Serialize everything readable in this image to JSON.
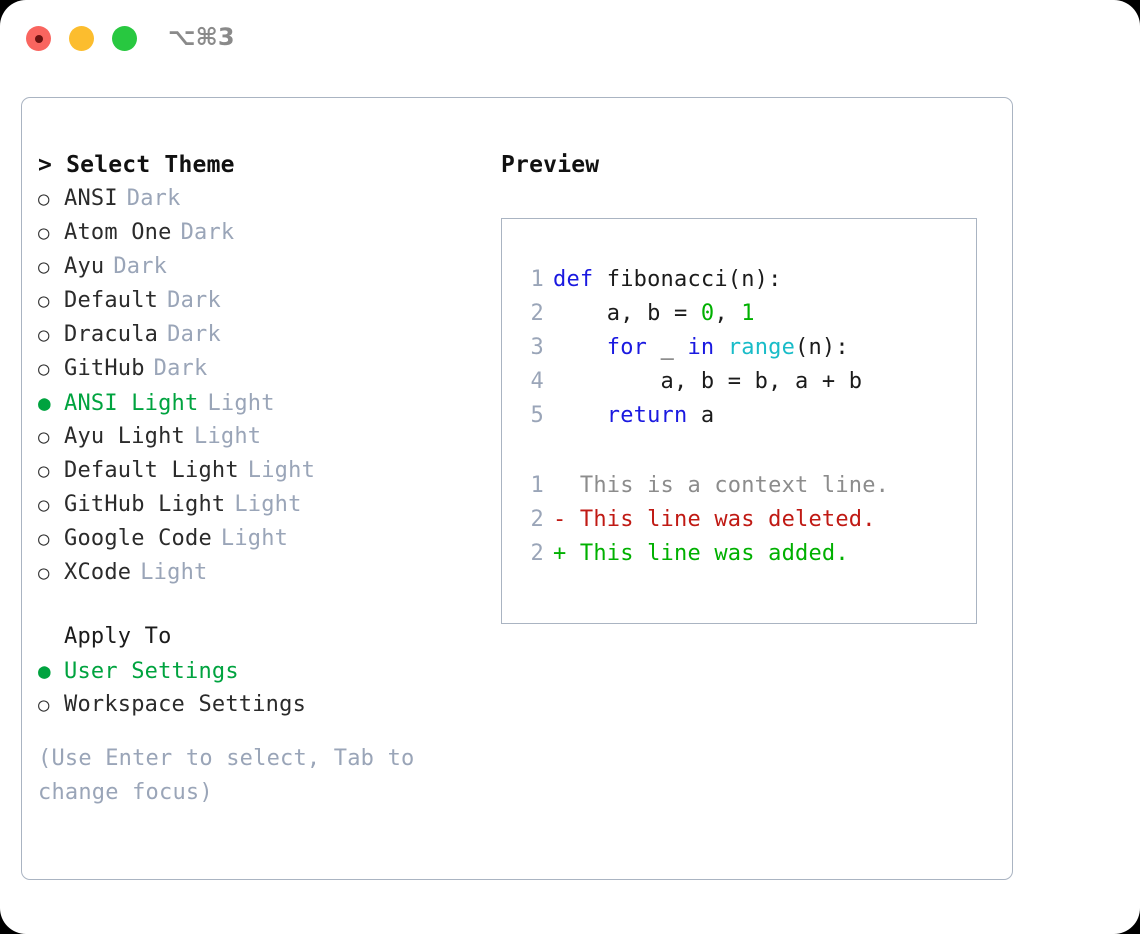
{
  "window": {
    "title": "⌥⌘3",
    "traffic_lights": [
      {
        "name": "close",
        "color": "#f9655f"
      },
      {
        "name": "minimize",
        "color": "#fcbd2e"
      },
      {
        "name": "maximize",
        "color": "#28c840"
      }
    ]
  },
  "theme_chooser": {
    "header": "> Select Theme",
    "options": [
      {
        "marker": "○",
        "label": "ANSI",
        "suffix": "Dark",
        "selected": false
      },
      {
        "marker": "○",
        "label": "Atom One",
        "suffix": "Dark",
        "selected": false
      },
      {
        "marker": "○",
        "label": "Ayu",
        "suffix": "Dark",
        "selected": false
      },
      {
        "marker": "○",
        "label": "Default",
        "suffix": "Dark",
        "selected": false
      },
      {
        "marker": "○",
        "label": "Dracula",
        "suffix": "Dark",
        "selected": false
      },
      {
        "marker": "○",
        "label": "GitHub",
        "suffix": "Dark",
        "selected": false
      },
      {
        "marker": "●",
        "label": "ANSI Light",
        "suffix": "Light",
        "selected": true
      },
      {
        "marker": "○",
        "label": "Ayu Light",
        "suffix": "Light",
        "selected": false
      },
      {
        "marker": "○",
        "label": "Default Light",
        "suffix": "Light",
        "selected": false
      },
      {
        "marker": "○",
        "label": "GitHub Light",
        "suffix": "Light",
        "selected": false
      },
      {
        "marker": "○",
        "label": "Google Code",
        "suffix": "Light",
        "selected": false
      },
      {
        "marker": "○",
        "label": "XCode",
        "suffix": "Light",
        "selected": false
      }
    ]
  },
  "apply_to": {
    "header": "Apply To",
    "options": [
      {
        "marker": "●",
        "label": "User Settings",
        "selected": true
      },
      {
        "marker": "○",
        "label": "Workspace Settings",
        "selected": false
      }
    ]
  },
  "hint": "(Use Enter to select, Tab to change focus)",
  "preview": {
    "title": "Preview",
    "code_lines": [
      {
        "lineno": "1",
        "tokens": [
          {
            "text": "def ",
            "type": "kw"
          },
          {
            "text": "fibonacci(n):",
            "type": "plain"
          }
        ]
      },
      {
        "lineno": "2",
        "tokens": [
          {
            "text": "    a, b = ",
            "type": "plain"
          },
          {
            "text": "0",
            "type": "num"
          },
          {
            "text": ", ",
            "type": "plain"
          },
          {
            "text": "1",
            "type": "num"
          }
        ]
      },
      {
        "lineno": "3",
        "tokens": [
          {
            "text": "    ",
            "type": "plain"
          },
          {
            "text": "for",
            "type": "kw"
          },
          {
            "text": " _ ",
            "type": "plain"
          },
          {
            "text": "in",
            "type": "kw"
          },
          {
            "text": " ",
            "type": "plain"
          },
          {
            "text": "range",
            "type": "fn"
          },
          {
            "text": "(n):",
            "type": "plain"
          }
        ]
      },
      {
        "lineno": "4",
        "tokens": [
          {
            "text": "        a, b = b, a + b",
            "type": "plain"
          }
        ]
      },
      {
        "lineno": "5",
        "tokens": [
          {
            "text": "    ",
            "type": "plain"
          },
          {
            "text": "return",
            "type": "kw"
          },
          {
            "text": " a",
            "type": "plain"
          }
        ]
      }
    ],
    "diff_lines": [
      {
        "lineno": "1",
        "text": "  This is a context line.",
        "kind": "context"
      },
      {
        "lineno": "2",
        "text": "- This line was deleted.",
        "kind": "deleted"
      },
      {
        "lineno": "2",
        "text": "+ This line was added.",
        "kind": "added"
      }
    ]
  },
  "colors": {
    "accent_green": "#00a33f",
    "muted": "#9aa5b8",
    "keyword": "#1a19e0",
    "number": "#00b000",
    "function": "#19bcc8",
    "diff_deleted": "#c01a14",
    "diff_added": "#00b000",
    "border": "#aab4c2"
  }
}
